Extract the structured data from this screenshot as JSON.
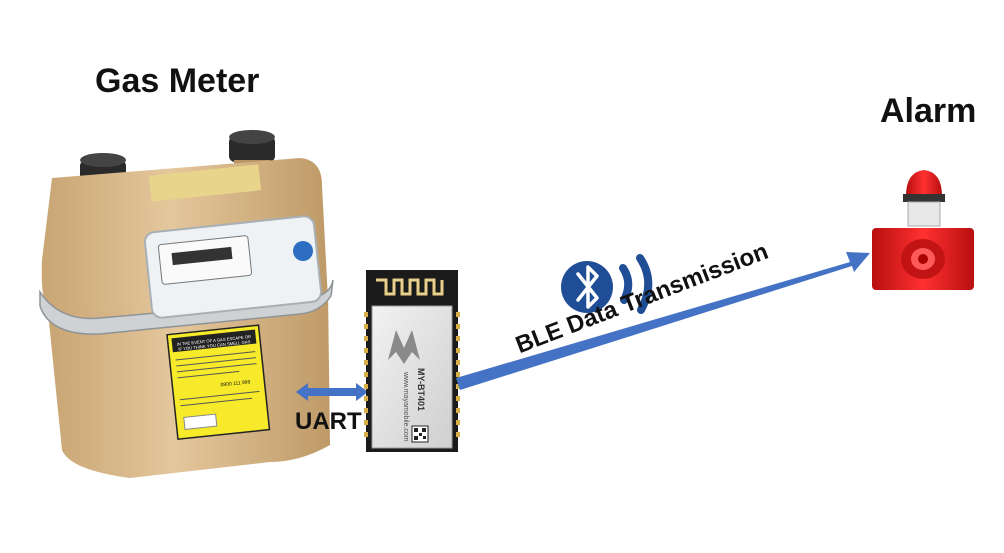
{
  "labels": {
    "gas_meter": "Gas Meter",
    "alarm": "Alarm",
    "uart": "UART",
    "ble": "BLE Data Transmission"
  },
  "module": {
    "model": "MY-BT401",
    "site": "www.mayamobile.com"
  },
  "meter": {
    "warning_line1": "IN THE EVENT OF A GAS ESCAPE OR",
    "warning_line2": "IF YOU THINK YOU CAN SMELL GAS",
    "phone": "0800 111 999"
  },
  "colors": {
    "arrow": "#4472c4",
    "meter_body": "#d9b98a",
    "alarm_red": "#e02020",
    "bluetooth": "#1f4e96"
  },
  "icons": [
    "bluetooth-icon",
    "signal-waves-icon"
  ]
}
